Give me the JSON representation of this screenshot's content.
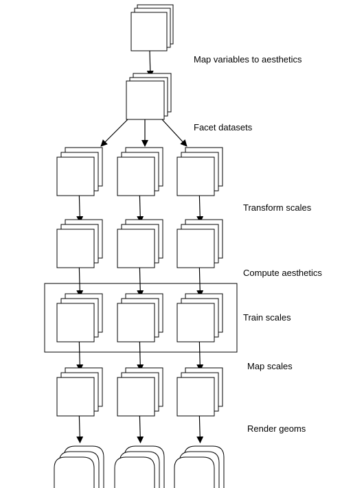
{
  "steps": [
    "Map variables to aesthetics",
    "Facet datasets",
    "Transform scales",
    "Compute aesthetics",
    "Train scales",
    "Map scales",
    "Render geoms"
  ]
}
